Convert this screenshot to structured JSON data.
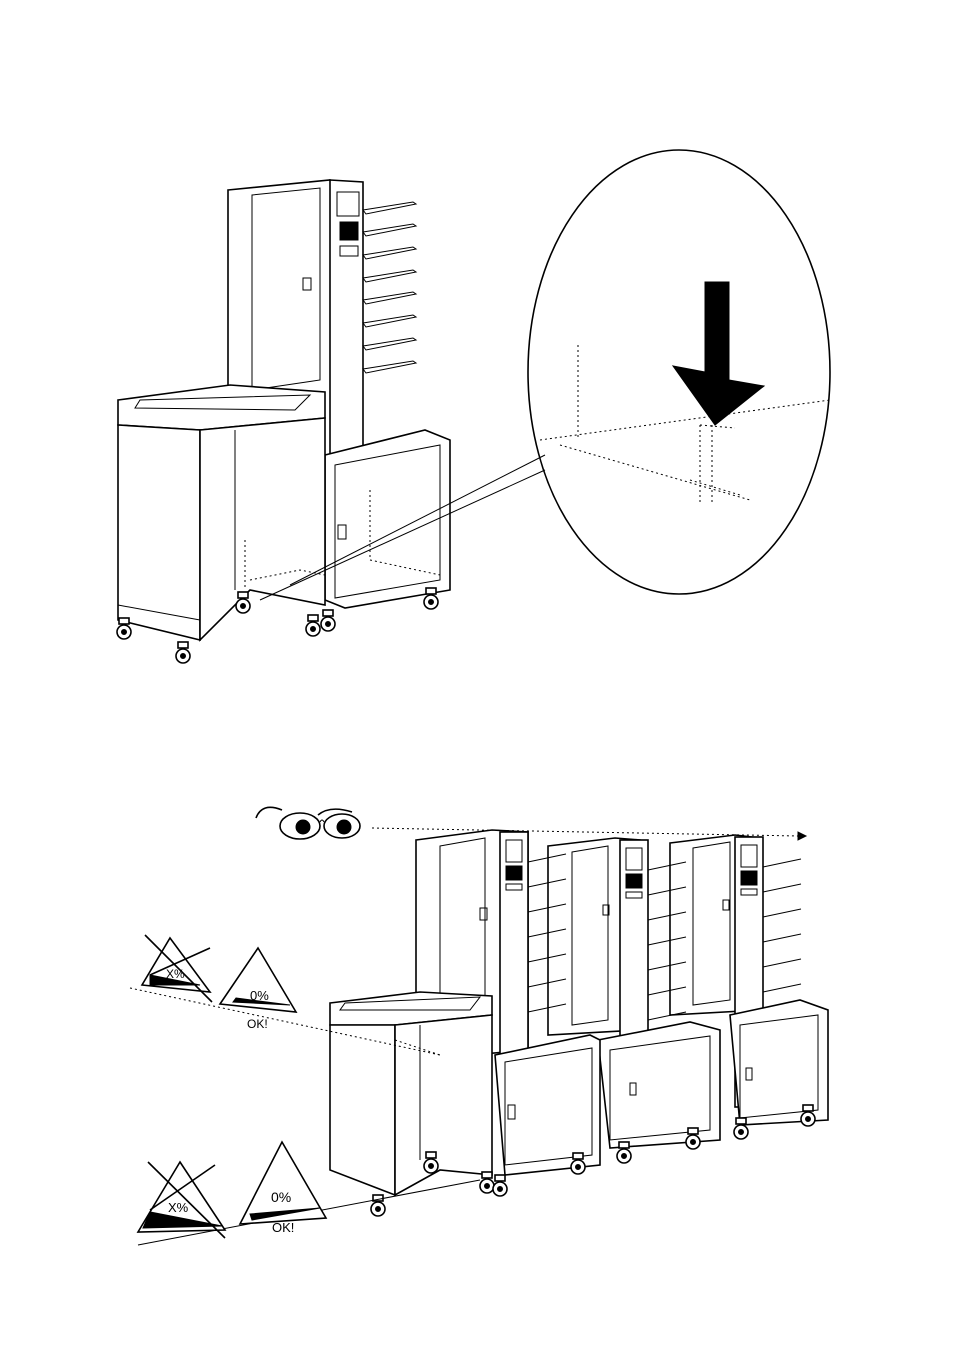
{
  "figure_top": {
    "description_labels": []
  },
  "figure_bottom": {
    "level_signs": [
      {
        "bad_label": "X%",
        "good_label": "0%",
        "ok_text": "OK!"
      },
      {
        "bad_label": "X%",
        "good_label": "0%",
        "ok_text": "OK!"
      }
    ]
  }
}
